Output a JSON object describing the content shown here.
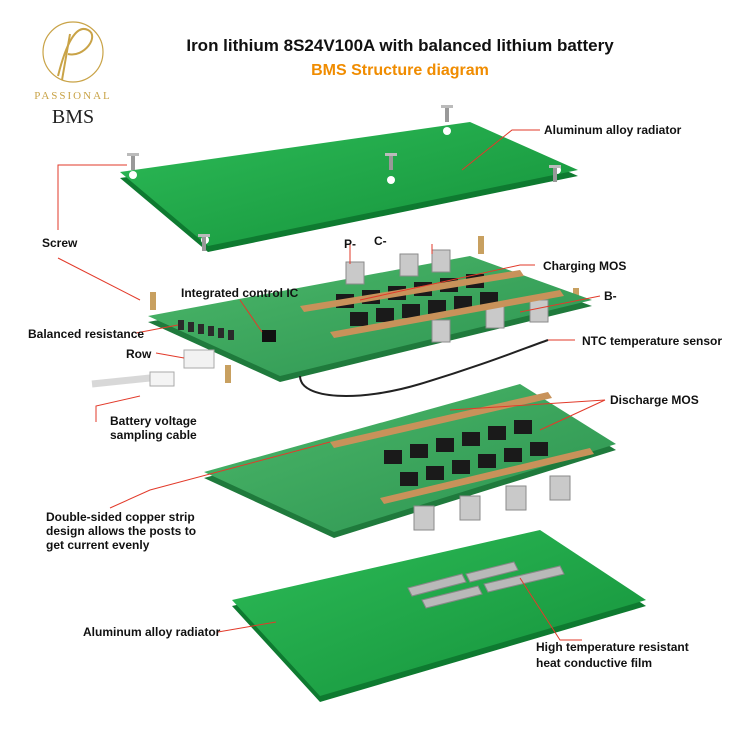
{
  "logo": {
    "brand": "PASSIONAL",
    "product": "BMS"
  },
  "header": {
    "title": "Iron lithium 8S24V100A with balanced lithium battery",
    "subtitle": "BMS Structure diagram",
    "subtitle_color": "#f08c00"
  },
  "labels": {
    "aluminum_top": "Aluminum alloy radiator",
    "screw": "Screw",
    "p_minus": "P-",
    "c_minus": "C-",
    "charging_mos": "Charging MOS",
    "integrated_ic": "Integrated control IC",
    "b_minus": "B-",
    "balanced_resistance": "Balanced resistance",
    "ntc": "NTC temperature sensor",
    "row": "Row",
    "battery_cable_1": "Battery voltage",
    "battery_cable_2": "sampling cable",
    "discharge_mos": "Discharge MOS",
    "copper_1": "Double-sided copper strip",
    "copper_2": "design allows the posts to",
    "copper_3": "get current evenly",
    "aluminum_bottom": "Aluminum alloy radiator",
    "film_1": "High temperature resistant",
    "film_2": "heat conductive film"
  },
  "colors": {
    "radiator": "#1fa84a",
    "pcb": "#3aa85a",
    "leader": "#e23a2a",
    "mos": "#1a1a1a",
    "copper": "#c8925a"
  }
}
